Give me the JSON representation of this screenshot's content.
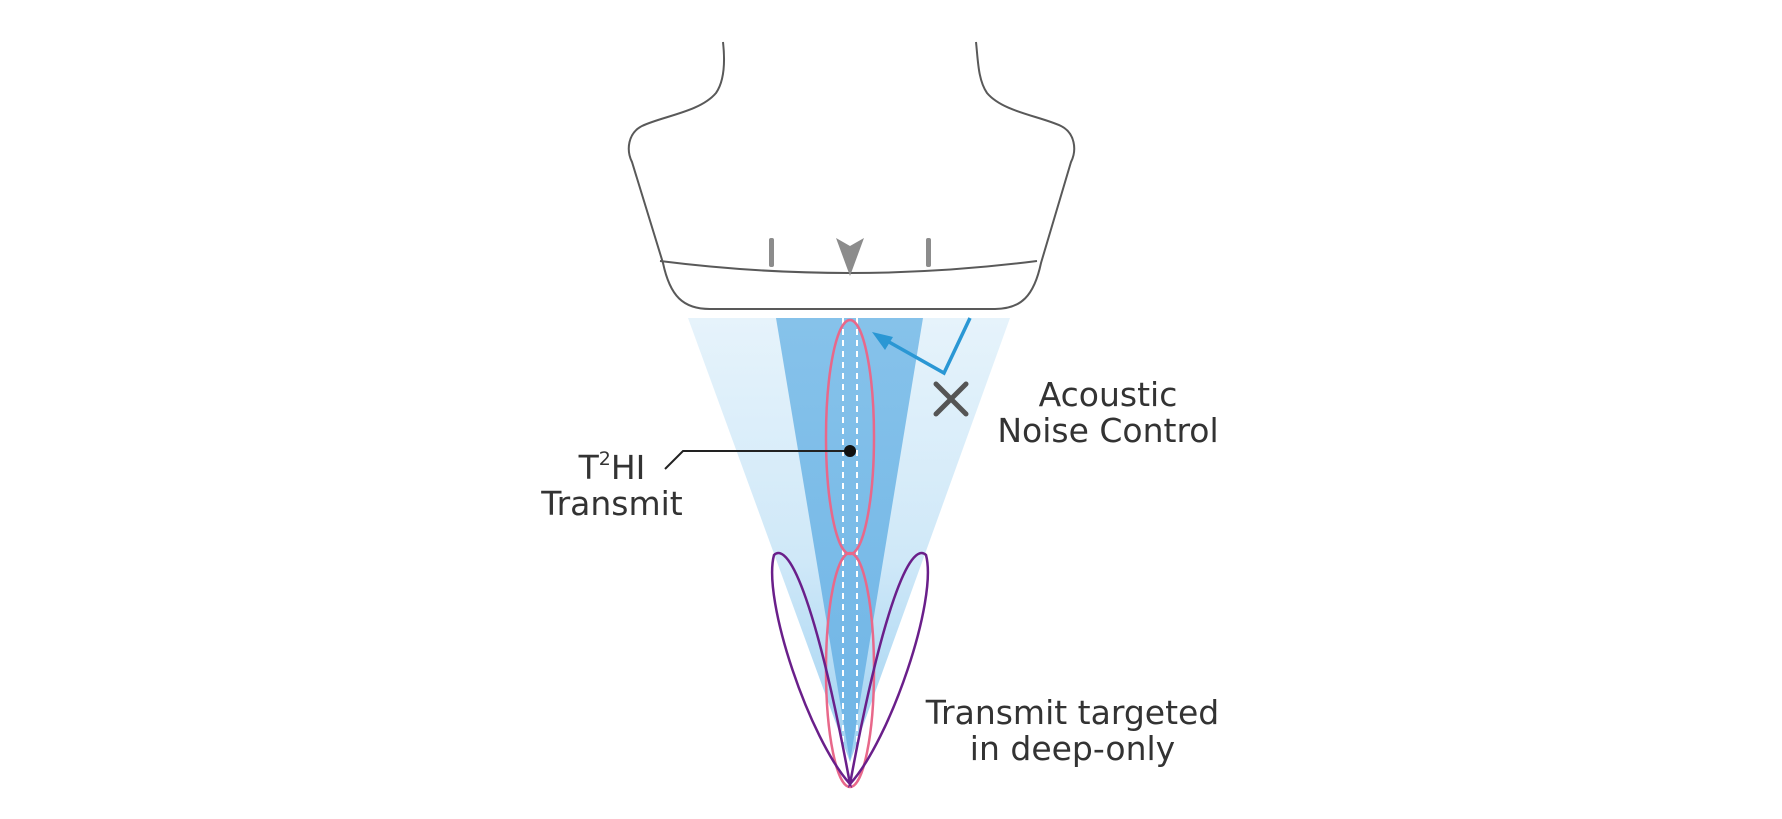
{
  "labels": {
    "t2hi_prefix": "T",
    "t2hi_sup": "2",
    "t2hi_suffix": "HI",
    "t2hi_line2": "Transmit",
    "noise_line1": "Acoustic",
    "noise_line2": "Noise Control",
    "deep_line1": "Transmit targeted",
    "deep_line2": "in deep-only"
  },
  "colors": {
    "outline": "#595959",
    "marker": "#8c8c8c",
    "beam_light": "#cde8f8",
    "beam_mid": "#7fc0ec",
    "arrow": "#2a97d4",
    "cross": "#555555",
    "pink": "#e8688a",
    "purple": "#6a1f8a",
    "leader": "#222222"
  },
  "icons": {
    "cross": "x-mark-icon",
    "arrow": "reflection-arrow-icon",
    "marker": "center-triangle-marker-icon"
  }
}
